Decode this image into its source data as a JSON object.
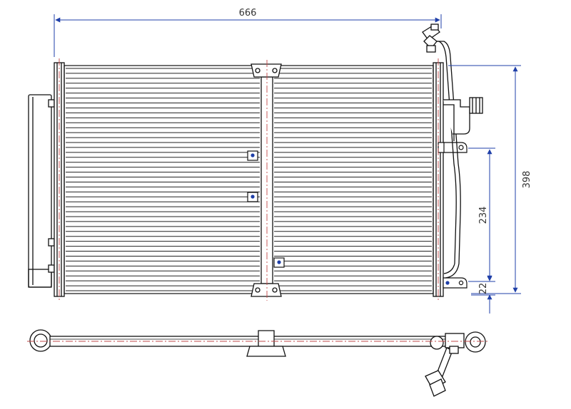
{
  "drawing": {
    "subject": "condenser-technical-drawing",
    "colors": {
      "outline": "#111111",
      "fin": "#222222",
      "dimension": "#1f3fa8",
      "centerline": "#c24848",
      "dim_text": "#333333"
    },
    "dimensions": {
      "overall_width": "666",
      "core_height": "398",
      "bracket_spacing": "234",
      "bottom_offset": "22"
    },
    "fin_count": 46
  }
}
